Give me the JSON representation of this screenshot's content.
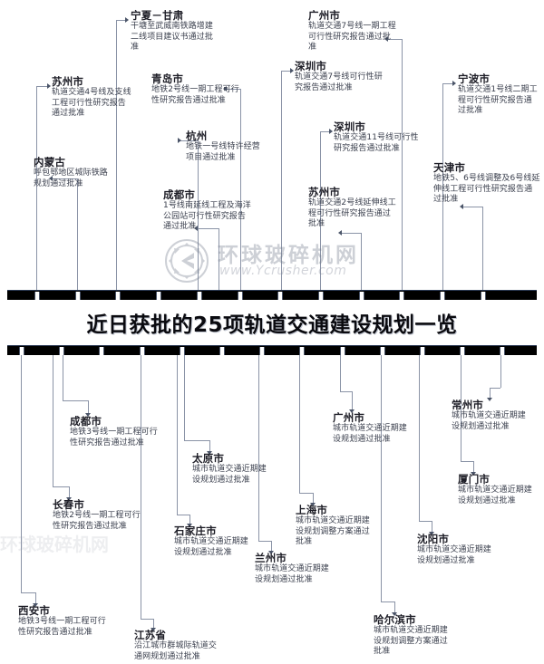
{
  "title": "近日获批的25项轨道交通建设规划一览",
  "watermark": {
    "brand": "环球玻碎机网",
    "url": "www.Ycrusher.com",
    "logo_icon": "gear-logo-icon"
  },
  "axes": {
    "top_bar_name": "top-timeline-bar",
    "bottom_bar_name": "bottom-timeline-bar",
    "top_tick_count": 12,
    "bottom_tick_count": 13
  },
  "top_entries": [
    {
      "city": "苏州市",
      "detail": "轨道交通4号线及支线工程可行性研究报告通过批准"
    },
    {
      "city": "内蒙古",
      "detail": "呼包鄂地区城际铁路规划通过批准"
    },
    {
      "city": "宁夏－甘肃",
      "detail": "干塘至武威南铁路增建二线项目建议书通过批准"
    },
    {
      "city": "青岛市",
      "detail": "地铁2号线一期工程可行性研究报告通过批准"
    },
    {
      "city": "杭州",
      "detail": "地铁一号线特许经营项目通过批准"
    },
    {
      "city": "成都市",
      "detail": "1号线南延线工程及海洋公园站可行性研究报告通过批准"
    },
    {
      "city": "广州市",
      "detail": "轨道交通7号线一期工程可行性研究报告通过批准"
    },
    {
      "city": "深圳市",
      "detail": "轨道交通7号线可行性研究报告通过批准"
    },
    {
      "city": "深圳市",
      "detail": "轨道交通11号线可行性研究报告通过批准"
    },
    {
      "city": "苏州市",
      "detail": "轨道交通2号线延伸线工程可行性研究报告通过批准"
    },
    {
      "city": "宁波市",
      "detail": "轨道交通1号线二期工程可行性研究报告通过批准"
    },
    {
      "city": "天津市",
      "detail": "地铁5、6号线调整及6号线延伸线工程可行性研究报告通过批准"
    }
  ],
  "bottom_entries": [
    {
      "city": "西安市",
      "detail": "地铁3号线一期工程可行性研究报告通过批准"
    },
    {
      "city": "长春市",
      "detail": "地铁2号线一期工程可行性研究报告通过批准"
    },
    {
      "city": "成都市",
      "detail": "地铁3号线一期工程可行性研究报告通过批准"
    },
    {
      "city": "江苏省",
      "detail": "沿江城市群城际轨道交通网规划通过批准"
    },
    {
      "city": "石家庄市",
      "detail": "城市轨道交通近期建设规划通过批准"
    },
    {
      "city": "太原市",
      "detail": "城市轨道交通近期建设规划通过批准"
    },
    {
      "city": "兰州市",
      "detail": "城市轨道交通近期建设规划通过批准"
    },
    {
      "city": "上海市",
      "detail": "城市轨道交通近期建设规划调整方案通过批准"
    },
    {
      "city": "广州市",
      "detail": "城市轨道交通近期建设规划通过批准"
    },
    {
      "city": "哈尔滨市",
      "detail": "城市轨道交通近期建设规划调整方案通过批准"
    },
    {
      "city": "沈阳市",
      "detail": "城市轨道交通近期建设规划通过批准"
    },
    {
      "city": "厦门市",
      "detail": "城市轨道交通近期建设规划通过批准"
    },
    {
      "city": "常州市",
      "detail": "城市轨道交通近期建设规划通过批准"
    }
  ],
  "colors": {
    "bar": "#000000",
    "connector": "#8a93a6",
    "city_text": "#1d1d26",
    "detail_text": "#3a3f4d",
    "title_text": "#0a0a0f"
  }
}
